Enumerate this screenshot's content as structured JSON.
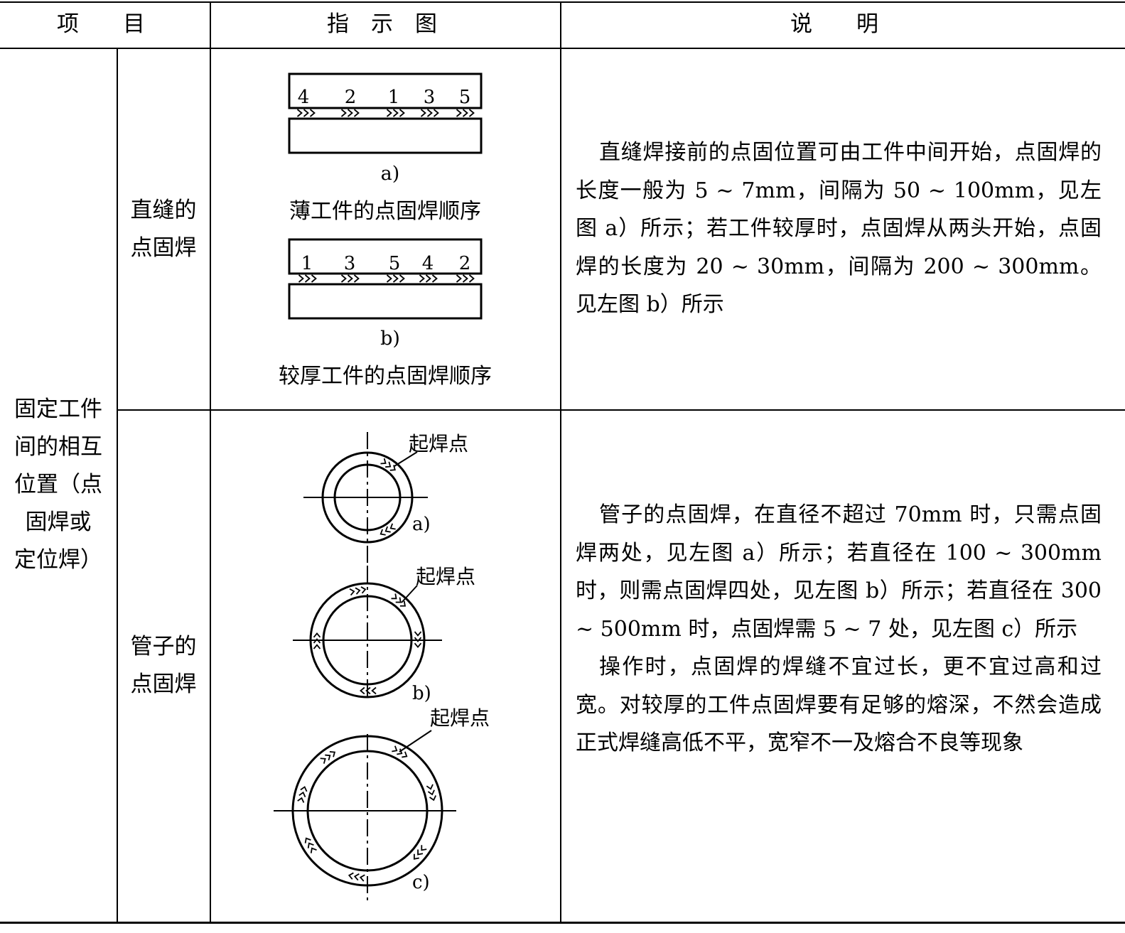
{
  "header": {
    "item": "项　　目",
    "diagram": "指　示　图",
    "note": "说　　明"
  },
  "rows": {
    "group_label": [
      "固定工件",
      "间的相互",
      "位置（点",
      "固焊或",
      "定位焊）"
    ],
    "straight": {
      "label": [
        "直缝的",
        "点固焊"
      ],
      "fig_a": {
        "numbers": [
          "4",
          "2",
          "1",
          "3",
          "5"
        ],
        "sub": "a)",
        "caption": "薄工件的点固焊顺序"
      },
      "fig_b": {
        "numbers": [
          "1",
          "3",
          "5",
          "4",
          "2"
        ],
        "sub": "b)",
        "caption": "较厚工件的点固焊顺序"
      },
      "description": "直缝焊接前的点固位置可由工件中间开始，点固焊的长度一般为 5 ~ 7mm，间隔为 50 ~ 100mm，见左图 a）所示；若工件较厚时，点固焊从两头开始，点固焊的长度为 20 ~ 30mm，间隔为 200 ~ 300mm。见左图 b）所示"
    },
    "pipe": {
      "label": [
        "管子的",
        "点固焊"
      ],
      "start_point_label": "起焊点",
      "sub_a": "a)",
      "sub_b": "b)",
      "sub_c": "c)",
      "description_1": "管子的点固焊，在直径不超过 70mm 时，只需点固焊两处，见左图 a）所示；若直径在 100 ~ 300mm 时，则需点固焊四处，见左图 b）所示；若直径在 300 ~ 500mm 时，点固焊需 5 ~ 7 处，见左图 c）所示",
      "description_2": "操作时，点固焊的焊缝不宜过长，更不宜过高和过宽。对较厚的工件点固焊要有足够的熔深，不然会造成正式焊缝高低不平，宽窄不一及熔合不良等现象"
    }
  }
}
